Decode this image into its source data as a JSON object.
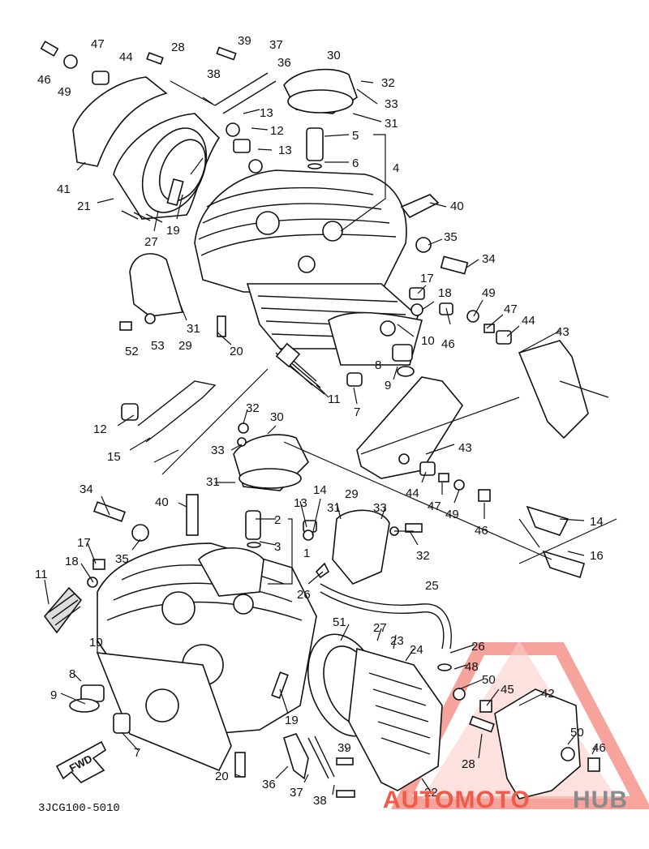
{
  "diagram_code": "3JCG100-5010",
  "direction_label": "FWD",
  "watermark": {
    "part1": "AUTOMOTO",
    "part2": "HUB",
    "color_primary": "#f05a4a",
    "color_secondary": "#8a8a8a"
  },
  "callouts": {
    "c46a": "46",
    "c49a": "49",
    "c47a": "47",
    "c44a": "44",
    "c28a": "28",
    "c39a": "39",
    "c37a": "37",
    "c36a": "36",
    "c38a": "38",
    "c30a": "30",
    "c32a": "32",
    "c33a": "33",
    "c31a": "31",
    "c13a": "13",
    "c12a": "12",
    "c13b": "13",
    "c5a": "5",
    "c6a": "6",
    "c4a": "4",
    "c41": "41",
    "c21": "21",
    "c19a": "19",
    "c27a": "27",
    "c40a": "40",
    "c35a": "35",
    "c34a": "34",
    "c17a": "17",
    "c18a": "18",
    "c49b": "49",
    "c47b": "47",
    "c44b": "44",
    "c46b": "46",
    "c43a": "43",
    "c10a": "10",
    "c31b": "31",
    "c52": "52",
    "c53": "53",
    "c29a": "29",
    "c20a": "20",
    "c8a": "8",
    "c9a": "9",
    "c11a": "11",
    "c7a": "7",
    "c12b": "12",
    "c15": "15",
    "c32b": "32",
    "c30b": "30",
    "c33b": "33",
    "c43b": "43",
    "c31c": "31",
    "c44c": "44",
    "c47c": "47",
    "c49c": "49",
    "c46c": "46",
    "c14a": "14",
    "c16": "16",
    "c34b": "34",
    "c40b": "40",
    "c13c": "13",
    "c14b": "14",
    "c29b": "29",
    "c33c": "33",
    "c32c": "32",
    "c31d": "31",
    "c2": "2",
    "c3": "3",
    "c1": "1",
    "c35b": "35",
    "c17b": "17",
    "c18b": "18",
    "c11b": "11",
    "c26a": "26",
    "c25": "25",
    "c10b": "10",
    "c51": "51",
    "c27b": "27",
    "c23": "23",
    "c24": "24",
    "c26b": "26",
    "c48": "48",
    "c8b": "8",
    "c9b": "9",
    "c50a": "50",
    "c45": "45",
    "c42": "42",
    "c19b": "19",
    "c28b": "28",
    "c50b": "50",
    "c46d": "46",
    "c39b": "39",
    "c7b": "7",
    "c20b": "20",
    "c36b": "36",
    "c37b": "37",
    "c38b": "38",
    "c22": "22"
  }
}
